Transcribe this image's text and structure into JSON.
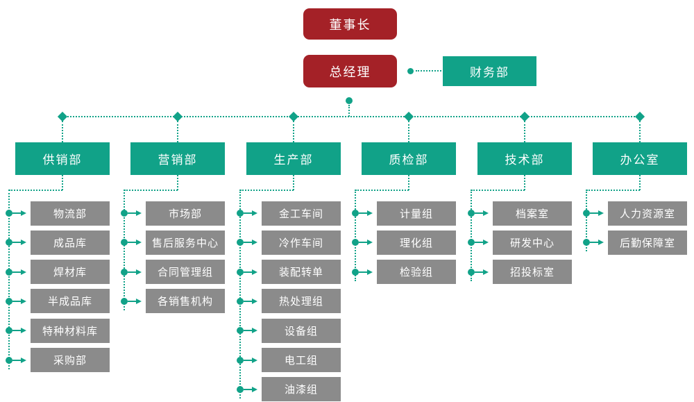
{
  "colors": {
    "red": "#A42127",
    "teal": "#11A288",
    "gray": "#8B8B8B",
    "text": "#FFFFFF",
    "background": "#FFFFFF"
  },
  "chairman": {
    "label": "董事长"
  },
  "general_manager": {
    "label": "总经理"
  },
  "finance": {
    "label": "财务部"
  },
  "departments": [
    {
      "label": "供销部",
      "children": [
        "物流部",
        "成品库",
        "焊材库",
        "半成品库",
        "特种材料库",
        "采购部"
      ]
    },
    {
      "label": "营销部",
      "children": [
        "市场部",
        "售后服务中心",
        "合同管理组",
        "各销售机构"
      ]
    },
    {
      "label": "生产部",
      "children": [
        "金工车间",
        "冷作车间",
        "装配转单",
        "热处理组",
        "设备组",
        "电工组",
        "油漆组"
      ]
    },
    {
      "label": "质检部",
      "children": [
        "计量组",
        "理化组",
        "检验组"
      ]
    },
    {
      "label": "技术部",
      "children": [
        "档案室",
        "研发中心",
        "招投标室"
      ]
    },
    {
      "label": "办公室",
      "children": [
        "人力资源室",
        "后勤保障室"
      ]
    }
  ]
}
